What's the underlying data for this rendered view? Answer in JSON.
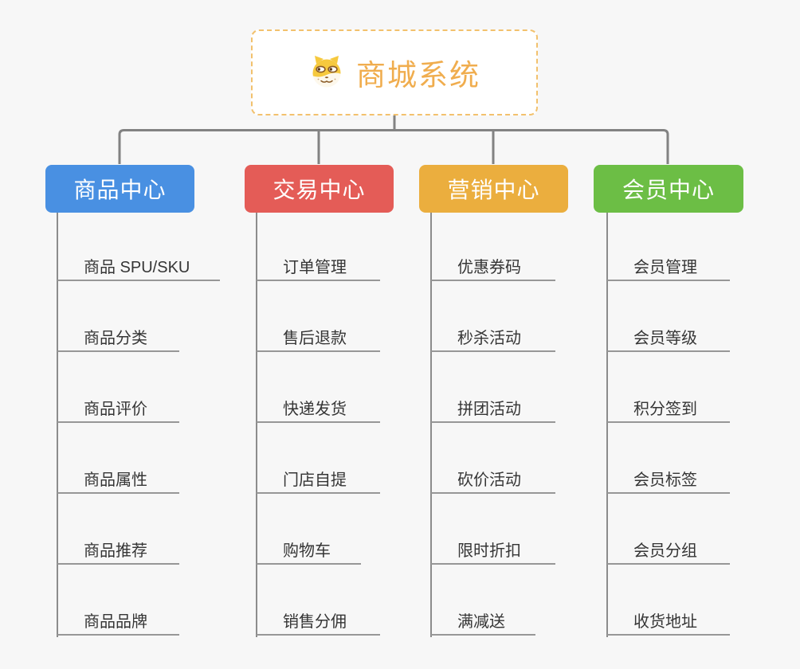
{
  "page": {
    "background": "#f7f7f7"
  },
  "root": {
    "title": "商城系统",
    "icon": "dog-face-icon",
    "border_color": "#f2c16d",
    "title_color": "#f0ad4e",
    "background": "#ffffff"
  },
  "connectors": {
    "top_tree_color": "#828282",
    "column_line_color": "#8c8c8c",
    "underline_color": "#979797"
  },
  "branches": [
    {
      "label": "商品中心",
      "color": "#4990e2",
      "children": [
        "商品 SPU/SKU",
        "商品分类",
        "商品评价",
        "商品属性",
        "商品推荐",
        "商品品牌"
      ]
    },
    {
      "label": "交易中心",
      "color": "#e45c57",
      "children": [
        "订单管理",
        "售后退款",
        "快递发货",
        "门店自提",
        "购物车",
        "销售分佣"
      ]
    },
    {
      "label": "营销中心",
      "color": "#ebae3e",
      "children": [
        "优惠券码",
        "秒杀活动",
        "拼团活动",
        "砍价活动",
        "限时折扣",
        "满减送"
      ]
    },
    {
      "label": "会员中心",
      "color": "#6cbe45",
      "children": [
        "会员管理",
        "会员等级",
        "积分签到",
        "会员标签",
        "会员分组",
        "收货地址"
      ]
    }
  ]
}
